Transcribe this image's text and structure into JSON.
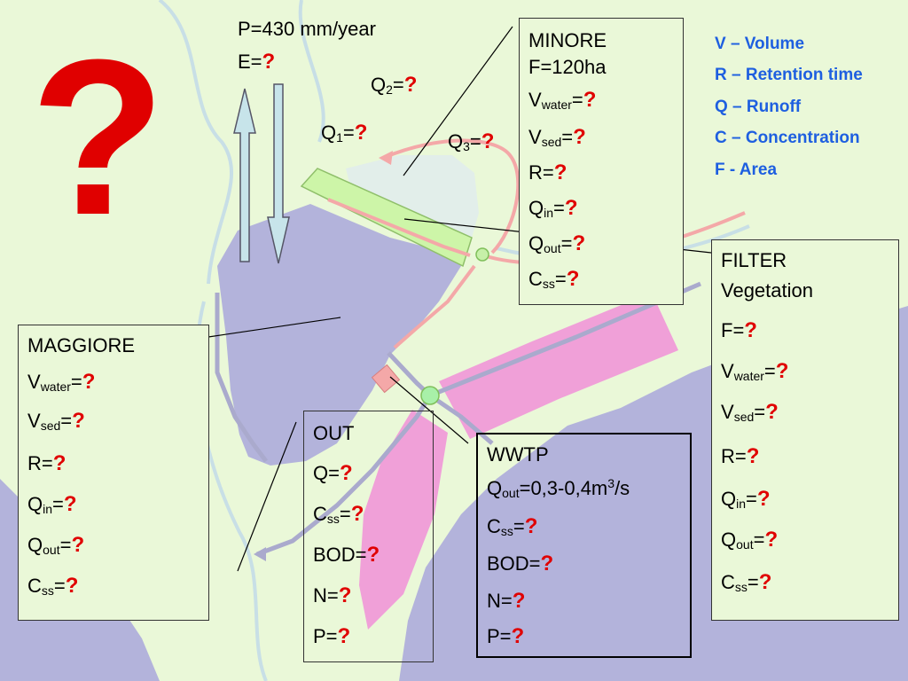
{
  "symbols": {
    "question": "?",
    "big_question": "?"
  },
  "climate": {
    "p": "P=430 mm/year",
    "e": "E="
  },
  "flows": {
    "q1": "Q",
    "q1_sub": "1",
    "q2": "Q",
    "q2_sub": "2",
    "q3": "Q",
    "q3_sub": "3"
  },
  "legend": [
    "V – Volume",
    "R – Retention time",
    "Q – Runoff",
    "C – Concentration",
    "F - Area"
  ],
  "minore": {
    "title": "MINORE",
    "area": "F=120ha"
  },
  "maggiore": {
    "title": "MAGGIORE"
  },
  "filter": {
    "title": "FILTER",
    "subtitle": "Vegetation"
  },
  "out": {
    "title": "OUT"
  },
  "wwtp": {
    "title": "WWTP",
    "qout_value": "=0,3-0,4m",
    "qout_exp": "3",
    "qout_unit": "/s"
  },
  "vars": {
    "v": "V",
    "water": "water",
    "sed": "sed",
    "r": "R=",
    "q": "Q",
    "in": "in",
    "out": "out",
    "c": "C",
    "ss": "ss",
    "f": "F=",
    "eq": "=",
    "q_eq": "Q=",
    "bod": "BOD=",
    "n": "N=",
    "p": "P="
  },
  "colors": {
    "question": "#e00000",
    "legend": "#1e5fe0",
    "lake": "#b3b3db",
    "wetland": "#f0a0d8",
    "land": "#eaf8d8",
    "filter": "#cdf5a8"
  }
}
